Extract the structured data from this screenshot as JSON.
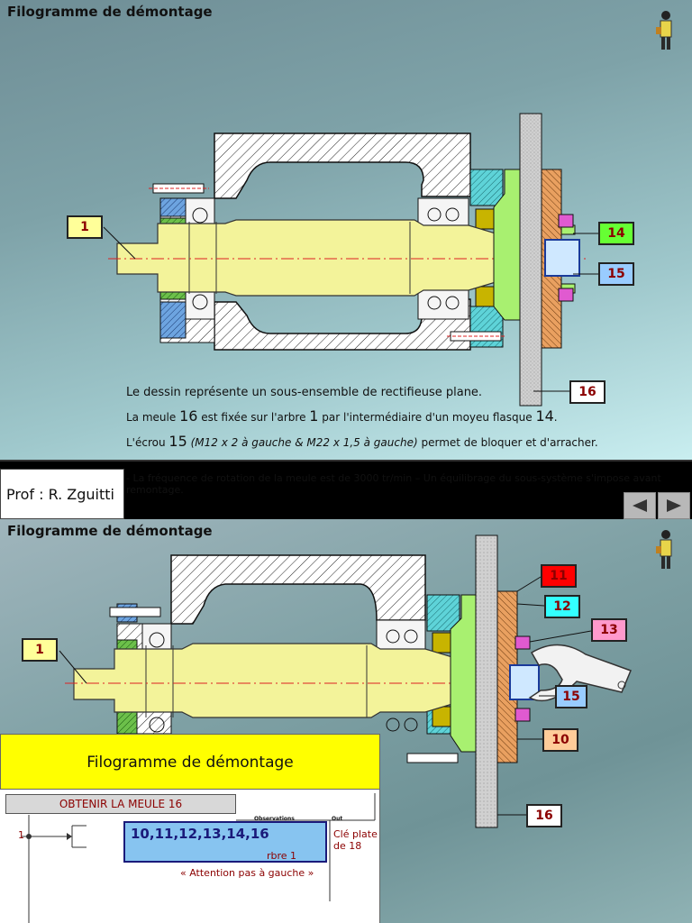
{
  "slide1": {
    "title": "Filogramme de démontage",
    "callouts": {
      "c1": "1",
      "c14": "14",
      "c15": "15",
      "c16": "16"
    },
    "description": {
      "line1": "Le dessin représente un sous-ensemble de rectifieuse plane.",
      "line2_a": "La meule ",
      "line2_b": "16",
      "line2_c": " est fixée sur l'arbre ",
      "line2_d": "1",
      "line2_e": " par l'intermédiaire d'un moyeu flasque ",
      "line2_f": "14",
      "line2_g": ".",
      "line3_a": "L'écrou ",
      "line3_b": "15",
      "line3_c": " (M12 x 2 à gauche & M22 x 1,5 à gauche)",
      "line3_d": " permet de bloquer et d'arracher."
    },
    "author": "Prof : R. Zguitti",
    "frequency_note": "- La fréquence de rotation de la meule est de 3000 tr/min –  Un équilibrage du sous-système s'impose avant remontage."
  },
  "slide2": {
    "title": "Filogramme de démontage",
    "callouts": {
      "c1": "1",
      "c11": "11",
      "c12": "12",
      "c13": "13",
      "c15": "15",
      "c10": "10",
      "c16": "16"
    },
    "panel": {
      "header": "Filogramme de démontage",
      "step_label": "OBTENIR LA MEULE 16",
      "col_observations": "Observations",
      "col_out": "Out",
      "row_number": "1",
      "parts": "10,11,12,13,14,16",
      "tool": "Clé plate de 18",
      "note_arbre": "rbre 1",
      "attention": "« Attention  pas à gauche »"
    }
  },
  "colors": {
    "shaft": "#f3f39a",
    "callout_yellow": "#ffff99",
    "callout_green": "#66ff33",
    "callout_blue": "#99ccff",
    "callout_red": "#ff0000",
    "callout_cyan": "#33ffff",
    "callout_pink": "#ff99cc",
    "callout_orange": "#ffcc99",
    "callout_white": "#ffffff"
  }
}
